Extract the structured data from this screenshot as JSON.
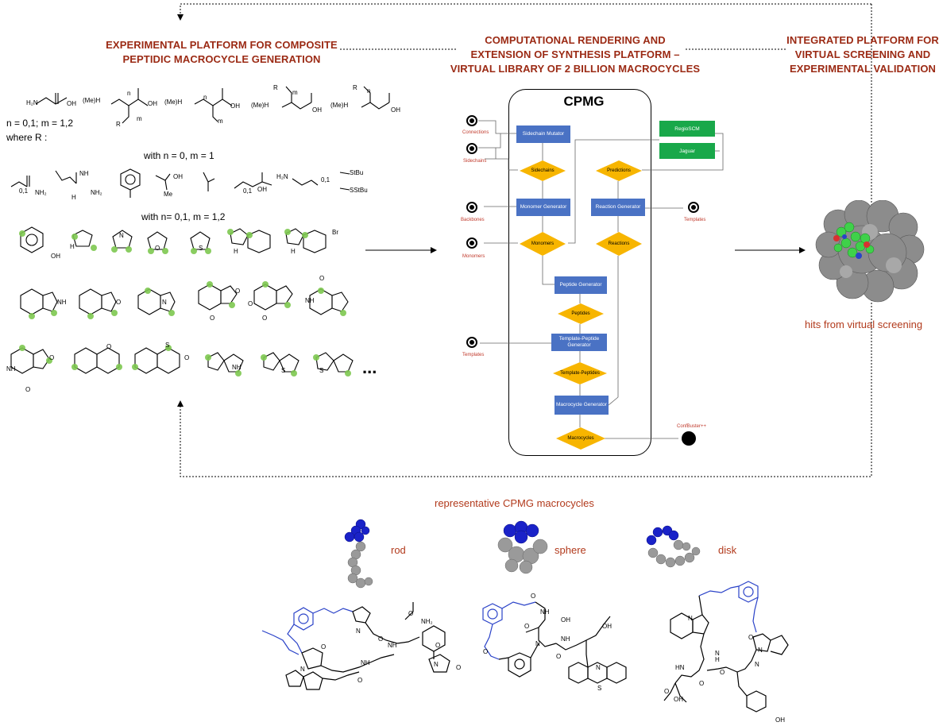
{
  "headers": {
    "left": [
      "EXPERIMENTAL PLATFORM FOR COMPOSITE",
      "PEPTIDIC MACROCYCLE GENERATION"
    ],
    "center": [
      "COMPUTATIONAL RENDERING AND",
      "EXTENSION OF SYNTHESIS PLATFORM –",
      "VIRTUAL LIBRARY OF 2 BILLION MACROCYCLES"
    ],
    "right": [
      "INTEGRATED PLATFORM FOR",
      "VIRTUAL SCREENING AND",
      "EXPERIMENTAL VALIDATION"
    ]
  },
  "chemistry": {
    "n_m": "n = 0,1; m = 1,2",
    "where_r": "where R :",
    "with_1": "with n = 0, m = 1",
    "with_2": "with n= 0,1, m = 1,2",
    "ellipsis": "...",
    "labels": {
      "h2n": "H₂N",
      "oh": "OH",
      "meh": "(Me)H",
      "n": "N",
      "h": "H",
      "m": "m",
      "nn": "n",
      "r": "R",
      "nh": "NH",
      "nh2": "NH₂",
      "br": "Br",
      "me": "Me",
      "stbu": "StBu",
      "sstbu": "SStBu",
      "sub01": "0,1",
      "s": "S",
      "o": "O"
    }
  },
  "cpmg": {
    "title": "CPMG",
    "nodes": {
      "sidechain_mutator": "Sidechain Mutator",
      "sidechains": "Sidechains",
      "predictions": "Predictions",
      "regioscm": "RegioSCM",
      "jaguar": "Jaguar",
      "monomer_generator": "Monomer Generator",
      "reaction_generator": "Reaction Generator",
      "monomers": "Monomers",
      "reactions": "Reactions",
      "peptide_generator": "Peptide Generator",
      "peptides": "Peptides",
      "template_peptide_generator": "Template-Peptide Generator",
      "template_peptides": "Template-Peptides",
      "macrocycle_generator": "Macrocycle Generator",
      "macrocycles": "Macrocycles"
    },
    "inputs": {
      "connections": "Connections",
      "sidechains": "Sidechains",
      "backbones": "Backbones",
      "monomers": "Monomers",
      "templates_left": "Templates",
      "templates_right": "Templates",
      "confbuster": "ConfBuster++"
    }
  },
  "screening": {
    "caption": "hits from virtual screening"
  },
  "bottom": {
    "caption": "representative CPMG macrocycles",
    "shapes": [
      "rod",
      "sphere",
      "disk"
    ],
    "labels": {
      "o": "O",
      "n": "N",
      "nh": "NH",
      "nh2": "NH₂",
      "hn": "HN",
      "oh": "OH",
      "s": "S",
      "h": "H",
      "ho": "OH"
    }
  },
  "colors": {
    "header": "#9b2a14",
    "caption": "#b23a1c",
    "node_blue": "#4a72c4",
    "node_green": "#19a84a",
    "diamond": "#f7b500",
    "highlight": "#7ec850",
    "blue_chain": "#2a42c8"
  }
}
